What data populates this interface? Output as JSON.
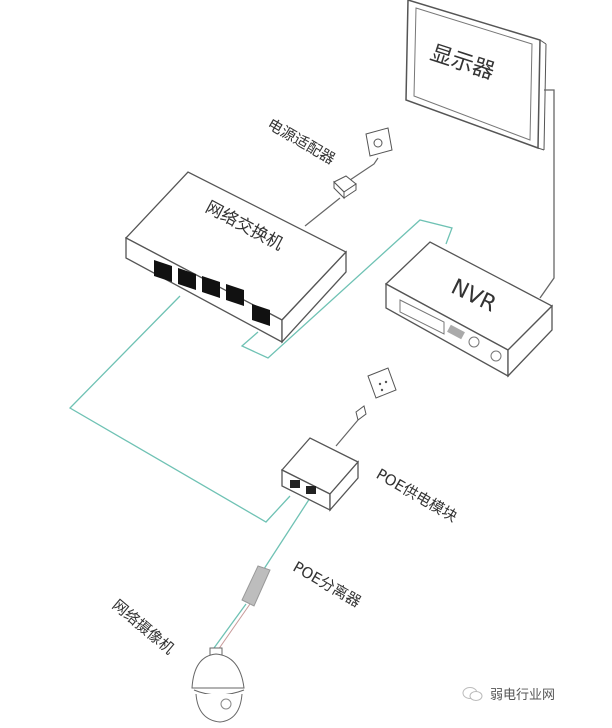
{
  "diagram": {
    "title": "POE网络摄像机连接示意图",
    "colors": {
      "network_cable": "#6fc2b4",
      "device_outline": "#555555",
      "power_cable": "#666666",
      "splitter_fill": "#bdbdbd"
    },
    "nodes": [
      {
        "id": "monitor",
        "label": "显示器",
        "icon": "monitor-icon"
      },
      {
        "id": "power_adapter",
        "label": "电源适配器",
        "icon": "power-adapter-icon"
      },
      {
        "id": "switch",
        "label": "网络交换机",
        "icon": "network-switch-icon",
        "port_count": 5
      },
      {
        "id": "nvr",
        "label": "NVR",
        "icon": "nvr-icon"
      },
      {
        "id": "poe_injector",
        "label": "POE供电模块",
        "icon": "poe-injector-icon"
      },
      {
        "id": "poe_splitter",
        "label": "POE分离器",
        "icon": "poe-splitter-icon"
      },
      {
        "id": "camera",
        "label": "网络摄像机",
        "icon": "dome-camera-icon"
      }
    ],
    "edges": [
      {
        "from": "power_adapter",
        "to": "switch",
        "type": "power"
      },
      {
        "from": "wall_outlet_1",
        "to": "power_adapter",
        "type": "power"
      },
      {
        "from": "switch",
        "to": "nvr",
        "type": "network"
      },
      {
        "from": "switch",
        "to": "poe_injector",
        "type": "network"
      },
      {
        "from": "nvr",
        "to": "monitor",
        "type": "video"
      },
      {
        "from": "wall_outlet_2",
        "to": "poe_injector",
        "type": "power"
      },
      {
        "from": "poe_injector",
        "to": "poe_splitter",
        "type": "network"
      },
      {
        "from": "poe_splitter",
        "to": "camera",
        "type": "network"
      }
    ]
  },
  "watermark": {
    "text": "弱电行业网",
    "icon": "wechat-icon"
  }
}
